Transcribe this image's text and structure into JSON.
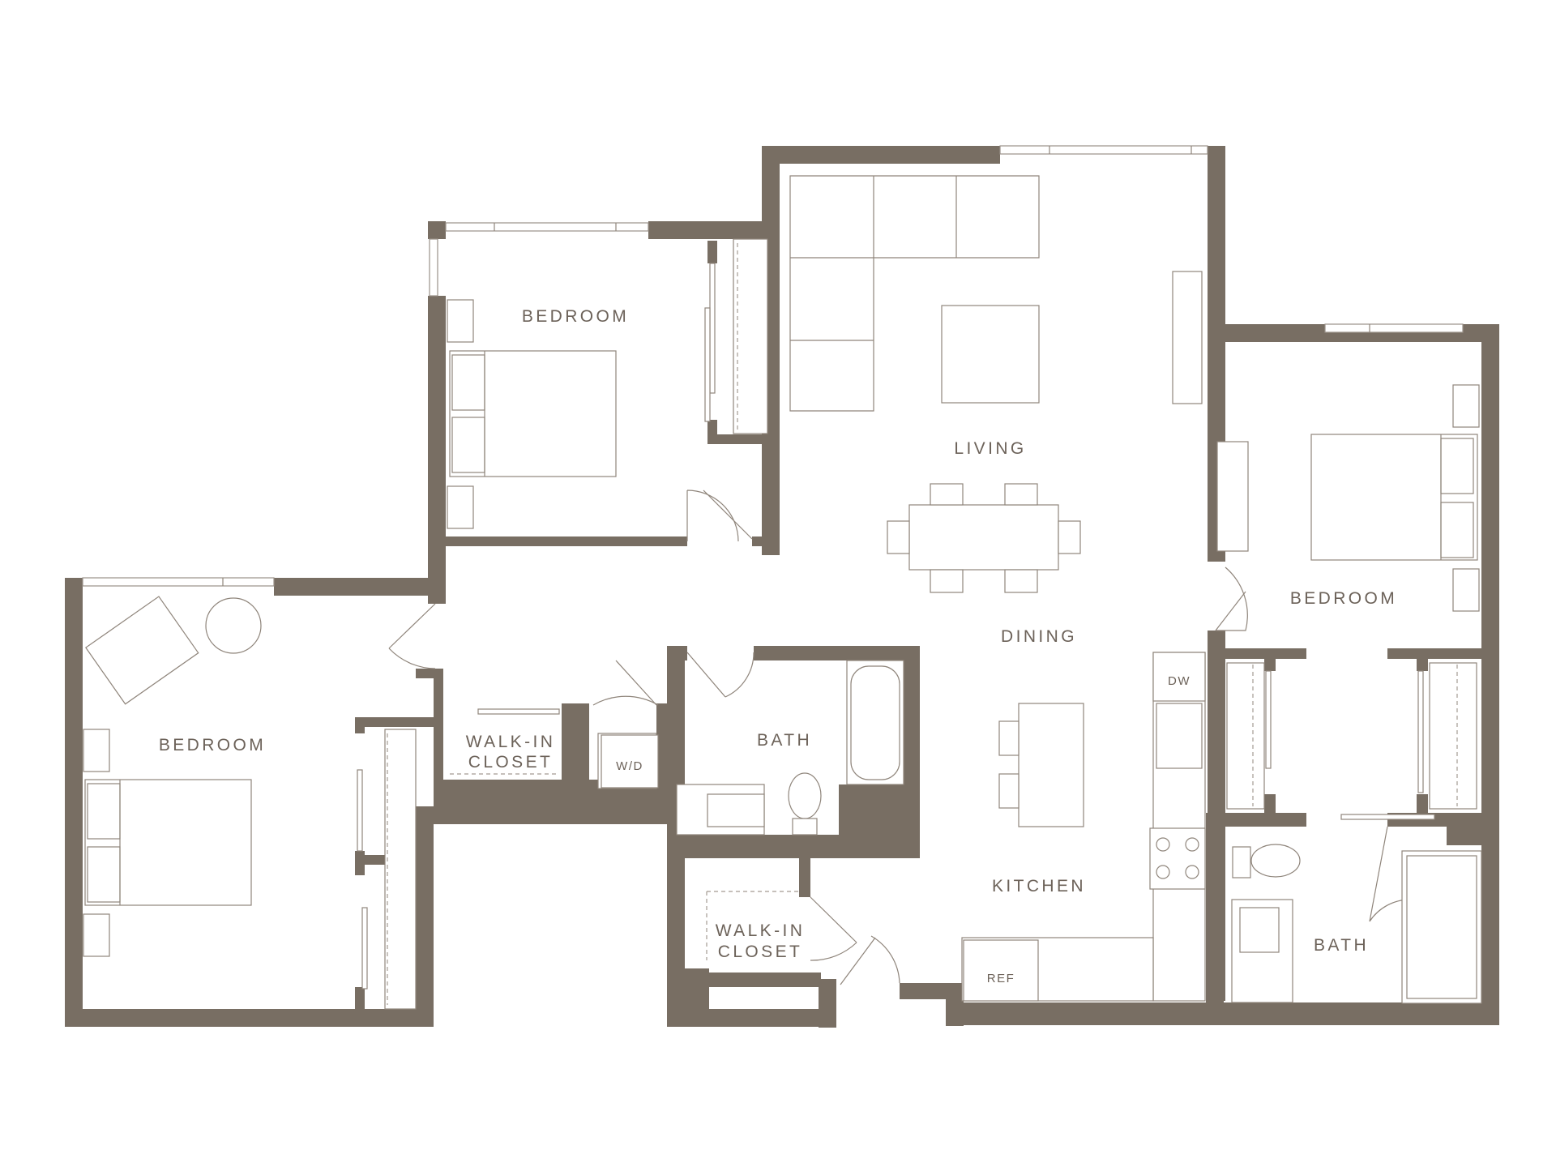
{
  "colors": {
    "wall": "#786e63",
    "line": "#8f857b",
    "label": "#6c6259",
    "background": "#ffffff"
  },
  "rooms": {
    "bedroom_north": "BEDROOM",
    "bedroom_west": "BEDROOM",
    "bedroom_east": "BEDROOM",
    "living": "LIVING",
    "dining": "DINING",
    "kitchen": "KITCHEN",
    "bath_center": "BATH",
    "bath_east": "BATH",
    "walkin_closet_west": [
      "WALK-IN",
      "CLOSET"
    ],
    "walkin_closet_south": [
      "WALK-IN",
      "CLOSET"
    ]
  },
  "appliances": {
    "washer_dryer": "W/D",
    "dishwasher": "DW",
    "refrigerator": "REF"
  }
}
